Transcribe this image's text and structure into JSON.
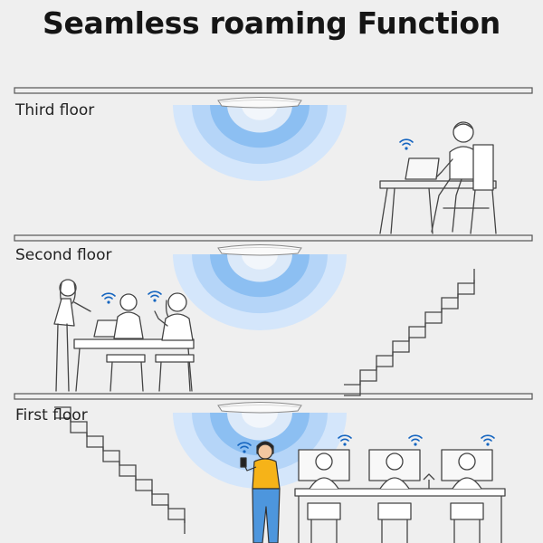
{
  "title": "Seamless roaming Function",
  "floors": [
    {
      "label": "Third floor"
    },
    {
      "label": "Second floor"
    },
    {
      "label": "First floor"
    }
  ],
  "colors": {
    "background": "#efefef",
    "line": "#333333",
    "signal_outer": "#d4e6fb",
    "signal_mid": "#9ec8f4",
    "signal_inner": "#5aa2ec",
    "wifi": "#1565c0",
    "person_shirt": "#f6b318",
    "person_pants": "#4d96dd"
  },
  "icons": [
    "ceiling-access-point-icon",
    "wifi-icon",
    "person-with-phone-icon",
    "laptop-icon",
    "desk-icon",
    "staircase-icon"
  ]
}
